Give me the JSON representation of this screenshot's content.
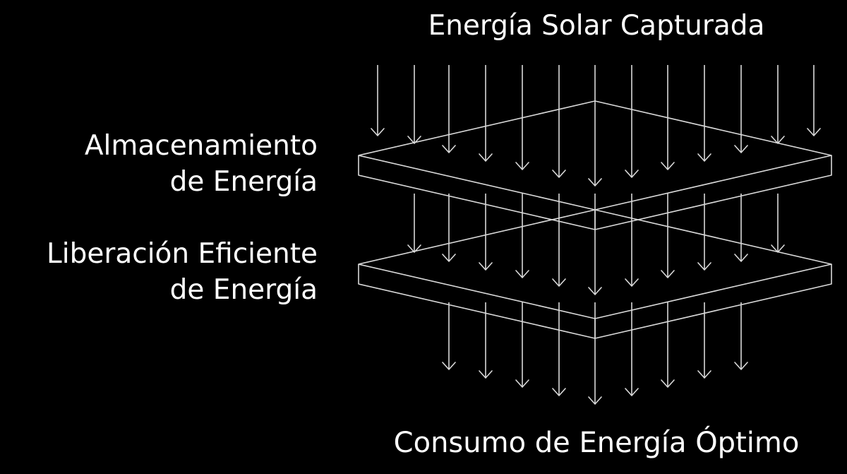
{
  "diagram": {
    "colors": {
      "background": "#000000",
      "text": "#ffffff",
      "stroke": "#d9d9d9"
    },
    "labels": {
      "top": "Energía Solar Capturada",
      "storage": [
        "Almacenamiento",
        "de Energía"
      ],
      "release": [
        "Liberación Eficiente",
        "de Energía"
      ],
      "bottom": "Consumo de Energía Óptimo"
    }
  }
}
